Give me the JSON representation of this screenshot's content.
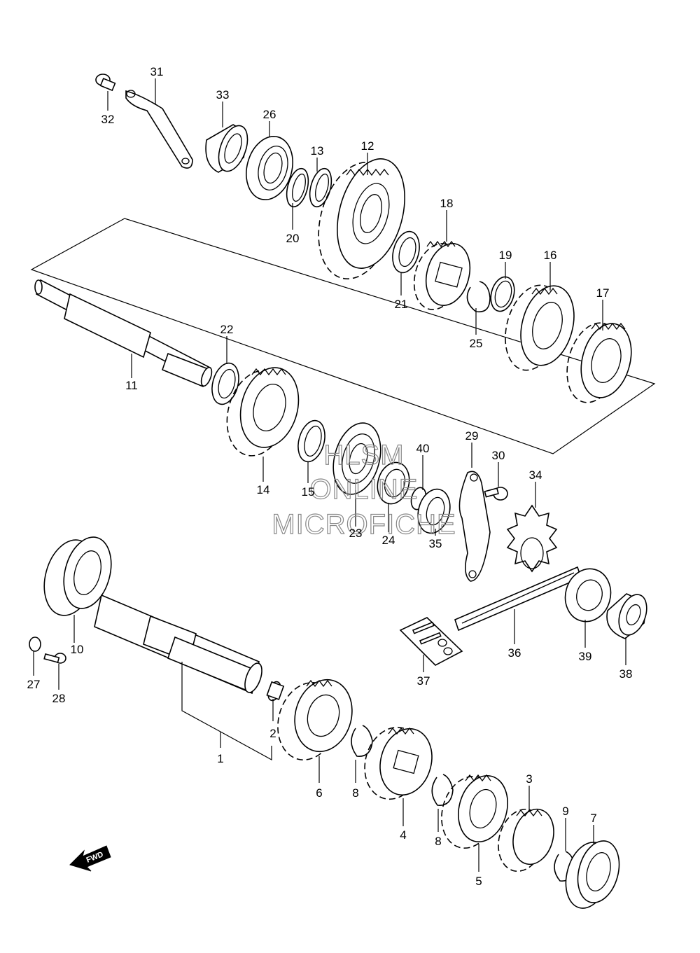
{
  "watermark": {
    "line1": "HLSM",
    "line2": "ONLINE",
    "line3": "MICROFICHE"
  },
  "fwd_label": "FWD",
  "callouts": [
    {
      "id": "c1",
      "text": "1"
    },
    {
      "id": "c2",
      "text": "2"
    },
    {
      "id": "c3",
      "text": "3"
    },
    {
      "id": "c4",
      "text": "4"
    },
    {
      "id": "c5",
      "text": "5"
    },
    {
      "id": "c6",
      "text": "6"
    },
    {
      "id": "c7",
      "text": "7"
    },
    {
      "id": "c8a",
      "text": "8"
    },
    {
      "id": "c8b",
      "text": "8"
    },
    {
      "id": "c9",
      "text": "9"
    },
    {
      "id": "c10",
      "text": "10"
    },
    {
      "id": "c11",
      "text": "11"
    },
    {
      "id": "c12",
      "text": "12"
    },
    {
      "id": "c13",
      "text": "13"
    },
    {
      "id": "c14",
      "text": "14"
    },
    {
      "id": "c15",
      "text": "15"
    },
    {
      "id": "c16",
      "text": "16"
    },
    {
      "id": "c17",
      "text": "17"
    },
    {
      "id": "c18",
      "text": "18"
    },
    {
      "id": "c19",
      "text": "19"
    },
    {
      "id": "c20",
      "text": "20"
    },
    {
      "id": "c21",
      "text": "21"
    },
    {
      "id": "c22",
      "text": "22"
    },
    {
      "id": "c23",
      "text": "23"
    },
    {
      "id": "c24",
      "text": "24"
    },
    {
      "id": "c25",
      "text": "25"
    },
    {
      "id": "c26",
      "text": "26"
    },
    {
      "id": "c27",
      "text": "27"
    },
    {
      "id": "c28",
      "text": "28"
    },
    {
      "id": "c29",
      "text": "29"
    },
    {
      "id": "c30",
      "text": "30"
    },
    {
      "id": "c31",
      "text": "31"
    },
    {
      "id": "c32",
      "text": "32"
    },
    {
      "id": "c33",
      "text": "33"
    },
    {
      "id": "c34",
      "text": "34"
    },
    {
      "id": "c35",
      "text": "35"
    },
    {
      "id": "c36",
      "text": "36"
    },
    {
      "id": "c37",
      "text": "37"
    },
    {
      "id": "c38",
      "text": "38"
    },
    {
      "id": "c39",
      "text": "39"
    },
    {
      "id": "c40",
      "text": "40"
    }
  ]
}
